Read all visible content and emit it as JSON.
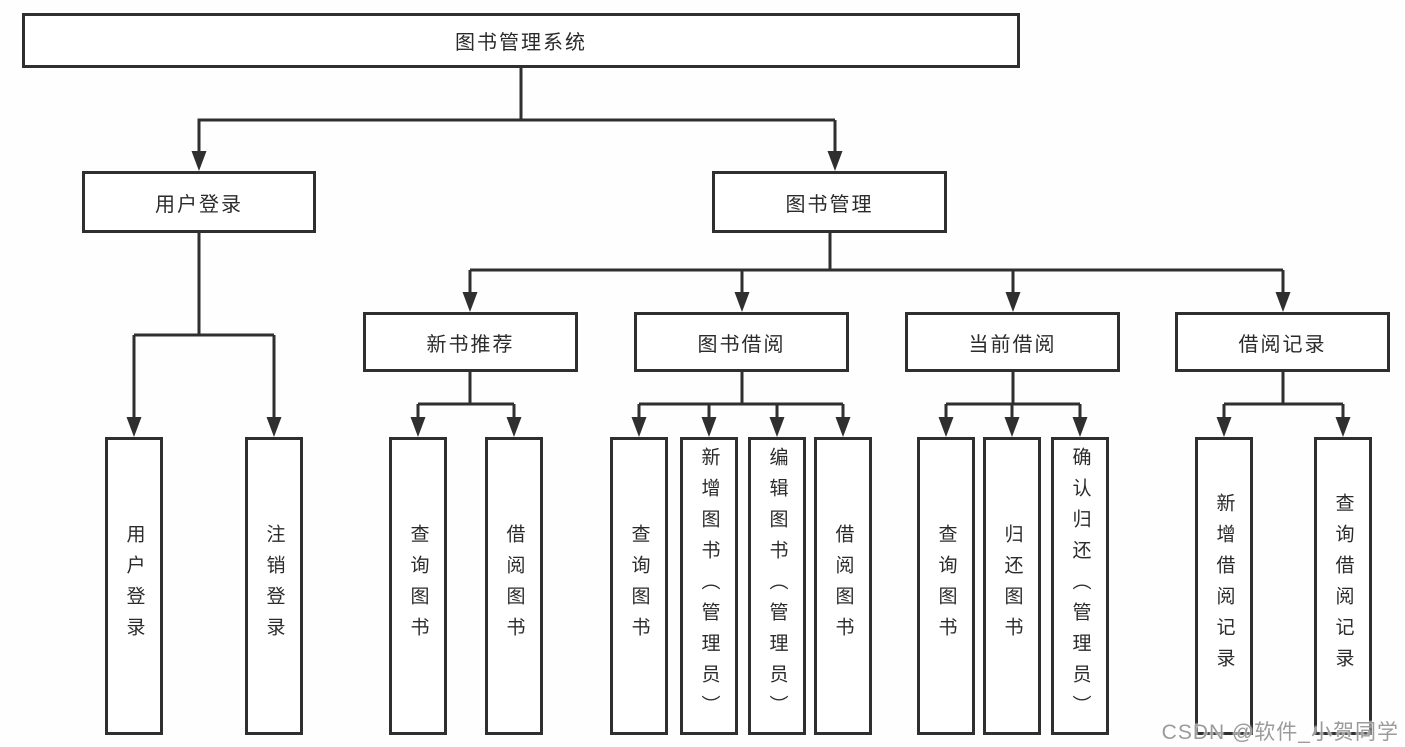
{
  "diagram_title": "图书管理系统",
  "tree": {
    "root": {
      "label": "图书管理系统",
      "children": [
        {
          "label": "用户登录",
          "children": [
            {
              "label": "用户登录"
            },
            {
              "label": "注销登录"
            }
          ]
        },
        {
          "label": "图书管理",
          "children": [
            {
              "label": "新书推荐",
              "children": [
                {
                  "label": "查询图书"
                },
                {
                  "label": "借阅图书"
                }
              ]
            },
            {
              "label": "图书借阅",
              "children": [
                {
                  "label": "查询图书"
                },
                {
                  "label": "新增图书（管理员）"
                },
                {
                  "label": "编辑图书（管理员）"
                },
                {
                  "label": "借阅图书"
                }
              ]
            },
            {
              "label": "当前借阅",
              "children": [
                {
                  "label": "查询图书"
                },
                {
                  "label": "归还图书"
                },
                {
                  "label": "确认归还（管理员）"
                }
              ]
            },
            {
              "label": "借阅记录",
              "children": [
                {
                  "label": "新增借阅记录"
                },
                {
                  "label": "查询借阅记录"
                }
              ]
            }
          ]
        }
      ]
    }
  },
  "watermark": {
    "text": "CSDN @软件_小贺同学"
  },
  "colors": {
    "line": "#2f2f2f",
    "box_border": "#2f2f2f",
    "box_fill": "#ffffff",
    "text": "#2b2b2b",
    "watermark": "#9b9b9b",
    "background": "#fefefe"
  }
}
